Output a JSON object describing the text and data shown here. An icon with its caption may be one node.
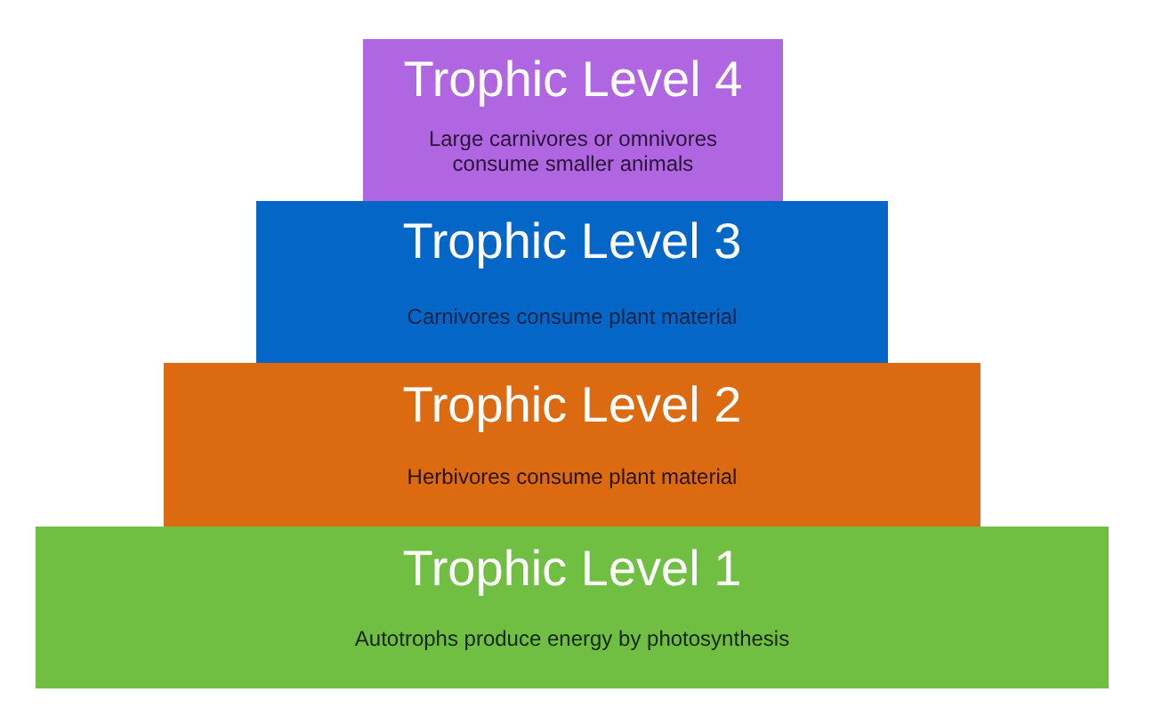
{
  "diagram": {
    "nodes": [
      {
        "text": [
          "Trophic Level 4",
          "Large carnivores or omnivores consume smaller animals"
        ]
      },
      {
        "text": [
          "Trophic Level 3",
          "Carnivores consume plant material"
        ]
      },
      {
        "text": [
          "Trophic Level 2",
          "Herbivores consume plant material"
        ]
      },
      {
        "text": [
          "Trophic Level 1",
          "Autotrophs produce energy by photosynthesis"
        ]
      }
    ]
  }
}
